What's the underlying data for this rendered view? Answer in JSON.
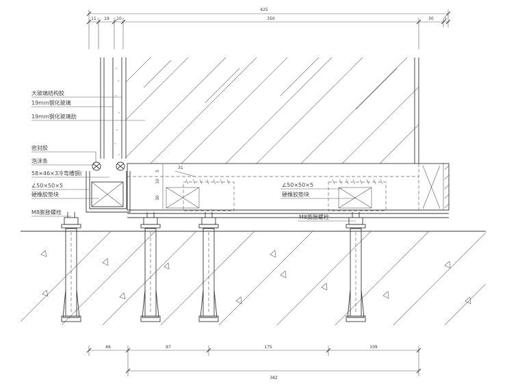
{
  "dimensions": {
    "top_total": "425",
    "top_segments": [
      "11",
      "19",
      "10",
      "350",
      "30",
      "5"
    ],
    "bottom_segments": [
      "46",
      "97",
      "175",
      "109"
    ],
    "bottom_total": "382",
    "local": [
      "5",
      "10",
      "30"
    ],
    "tag": "31"
  },
  "labels": {
    "structural_sealant": "大玻璃结构胶",
    "tempered_glass": "19mm钢化玻璃",
    "glass_fin": "19mm钢化玻璃肋",
    "sealant": "密封胶",
    "foam_rod": "泡沫条",
    "channel_steel": "58×46×3冷弯槽钢(",
    "angle_left": "∠50×50×5",
    "rubber_pad_left": "硬橡胶垫块",
    "bolt_left": "M8膨胀螺栓",
    "angle_right": "∠50×50×5",
    "rubber_pad_right": "硬橡胶垫块",
    "bolt_right": "M8膨胀螺栓"
  },
  "icons": [
    "anchor-bolt-icon",
    "nut-icon",
    "concrete-hatch"
  ]
}
